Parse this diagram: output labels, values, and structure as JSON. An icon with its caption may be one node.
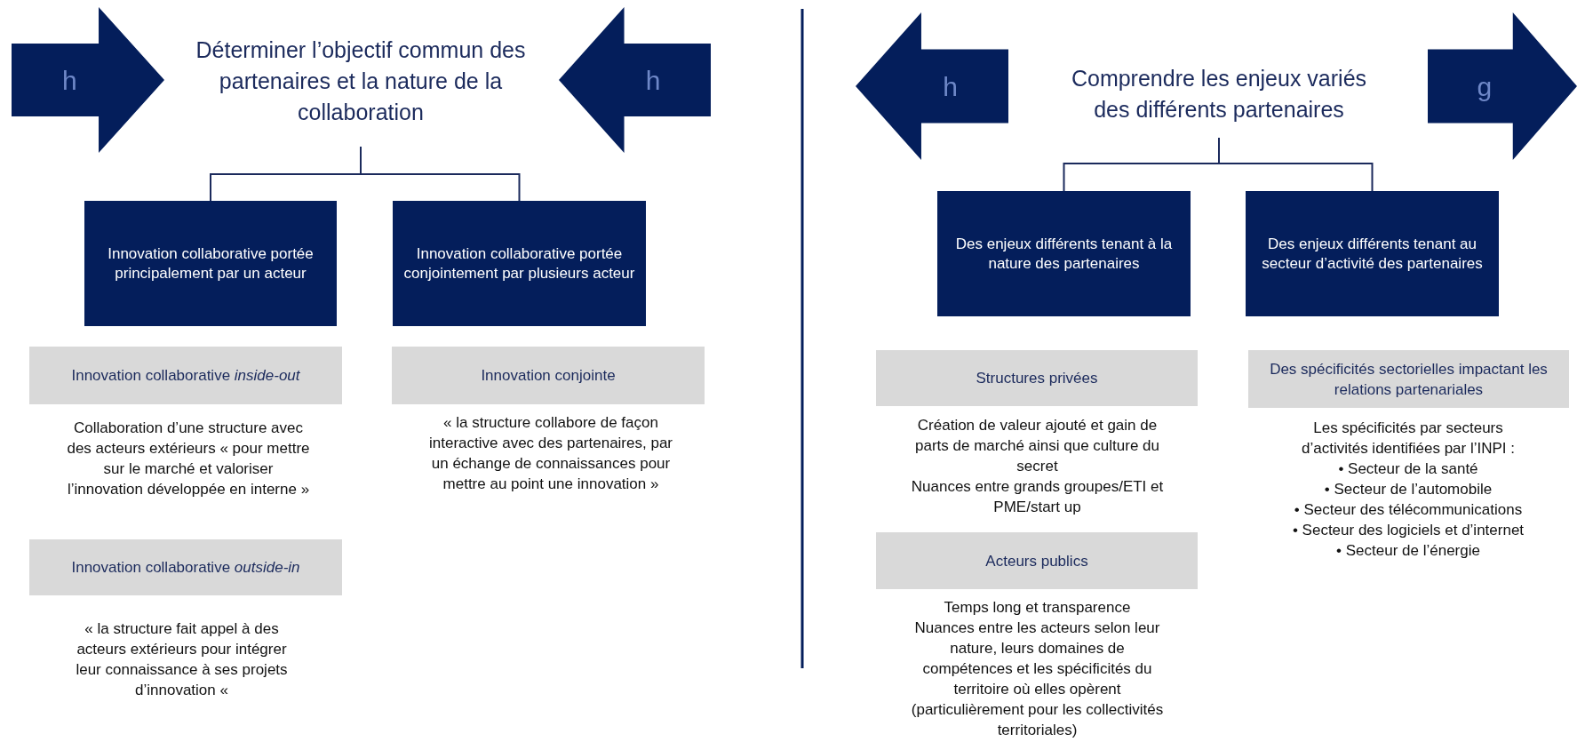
{
  "diagram": {
    "nodes": [
      {
        "text": [
          "Déterminer l’objectif commun des partenaires et la nature de la collaboration"
        ]
      },
      {
        "text": [
          "Innovation collaborative portée principalement par un acteur"
        ]
      },
      {
        "text": [
          "Innovation collaborative portée conjointement par plusieurs acteur"
        ]
      },
      {
        "text": [
          "Innovation collaborative *inside-out*"
        ],
        "beside": [
          "Collaboration d’une structure avec des acteurs extérieurs « pour mettre sur le marché et valoriser l’innovation développée en interne »"
        ]
      },
      {
        "text": [
          "Innovation conjointe"
        ],
        "beside": [
          "« la structure collabore de façon interactive avec des partenaires, par un échange de connaissances pour mettre au point une innovation »"
        ]
      },
      {
        "text": [
          "Innovation collaborative *outside-in*"
        ],
        "beside": [
          "« la structure fait appel à des acteurs extérieurs pour intégrer leur connaissance à ses projets d’innovation «"
        ]
      },
      {
        "text": [
          "Comprendre les enjeux variés des différents partenaires"
        ]
      },
      {
        "text": [
          "Des enjeux différents tenant à la nature des partenaires"
        ]
      },
      {
        "text": [
          "Des enjeux différents tenant au secteur d’activité des partenaires"
        ]
      },
      {
        "text": [
          "Structures privées"
        ],
        "beside": [
          "Création de valeur ajouté et gain de parts de marché ainsi que culture du secret",
          "Nuances entre grands groupes/ETI et PME/start up"
        ]
      },
      {
        "text": [
          "Des spécificités sectorielles impactant les relations partenariales"
        ],
        "beside": [
          "Les spécificités par secteurs d’activités identifiées par l’INPI :",
          "• Secteur de la santé",
          "• Secteur de l’automobile",
          "• Secteur des télécommunications",
          "• Secteur des logiciels et d’internet",
          "• Secteur de l’énergie"
        ]
      },
      {
        "text": [
          "Acteurs publics"
        ],
        "beside": [
          "Temps long et transparence",
          "Nuances entre les acteurs selon leur nature, leurs domaines de compétences et les spécificités du territoire où elles opèrent (particulièrement pour les collectivités territoriales)"
        ]
      },
      {
        "text": [
          "h"
        ]
      },
      {
        "text": [
          "h"
        ]
      },
      {
        "text": [
          "h"
        ]
      },
      {
        "text": [
          "g"
        ]
      }
    ],
    "edges": [
      {
        "from": 0,
        "to": 1,
        "arrow": "none"
      },
      {
        "from": 0,
        "to": 2,
        "arrow": "none"
      },
      {
        "from": 6,
        "to": 7,
        "arrow": "none"
      },
      {
        "from": 6,
        "to": 8,
        "arrow": "none"
      }
    ]
  }
}
